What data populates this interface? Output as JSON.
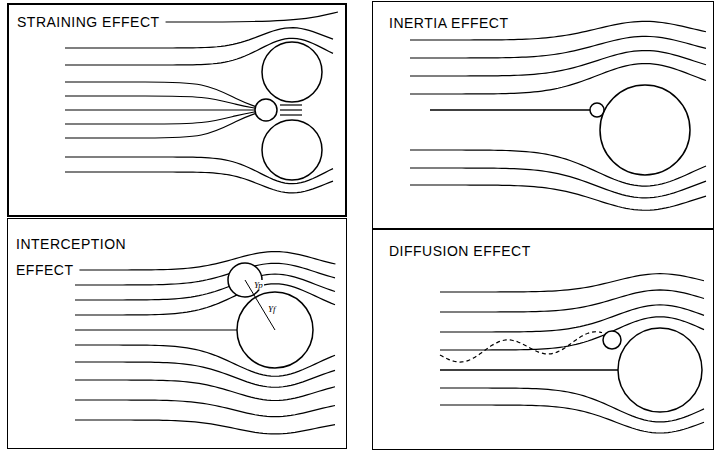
{
  "diagram": {
    "nodes": [
      {
        "text": [
          "STRAINING EFFECT"
        ]
      },
      {
        "text": [
          "INERTIA EFFECT"
        ]
      },
      {
        "text": [
          "INTERCEPTION EFFECT"
        ]
      },
      {
        "text": [
          "DIFFUSION EFFECT"
        ]
      }
    ],
    "labels": [
      "Yp",
      "Yf"
    ]
  }
}
